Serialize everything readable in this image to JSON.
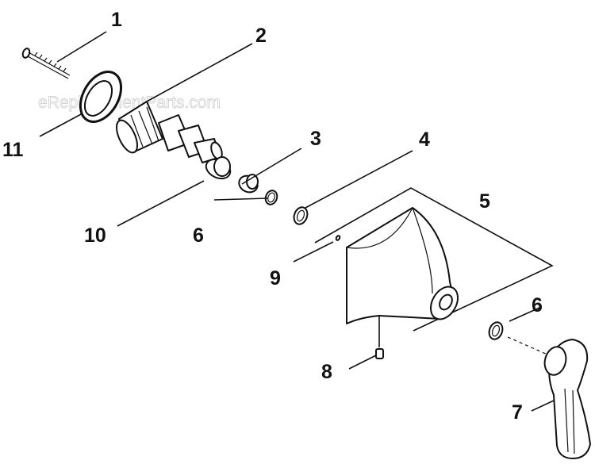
{
  "watermark": "eReplacementParts.com",
  "callouts": [
    {
      "id": "c1",
      "label": "1"
    },
    {
      "id": "c2",
      "label": "2"
    },
    {
      "id": "c3",
      "label": "3"
    },
    {
      "id": "c4",
      "label": "4"
    },
    {
      "id": "c5",
      "label": "5"
    },
    {
      "id": "c6a",
      "label": "6"
    },
    {
      "id": "c6b",
      "label": "6"
    },
    {
      "id": "c7",
      "label": "7"
    },
    {
      "id": "c8",
      "label": "8"
    },
    {
      "id": "c9",
      "label": "9"
    },
    {
      "id": "c10",
      "label": "10"
    },
    {
      "id": "c11",
      "label": "11"
    }
  ]
}
